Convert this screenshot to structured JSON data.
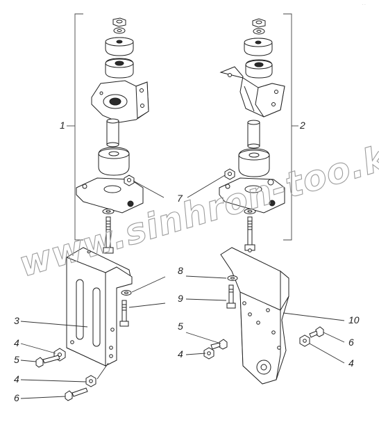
{
  "callouts": {
    "n1": "1",
    "n2": "2",
    "n3": "3",
    "n4a": "4",
    "n5a": "5",
    "n4b": "4",
    "n6a": "6",
    "n7": "7",
    "n8": "8",
    "n9": "9",
    "n5b": "5",
    "n4c": "4",
    "n10": "10",
    "n6b": "6",
    "n4d": "4"
  },
  "watermark": {
    "text": "www.sinhron-too.kz"
  },
  "colors": {
    "line": "#1f1f1f",
    "watermark": "#9c9c9c",
    "background": "#ffffff"
  }
}
